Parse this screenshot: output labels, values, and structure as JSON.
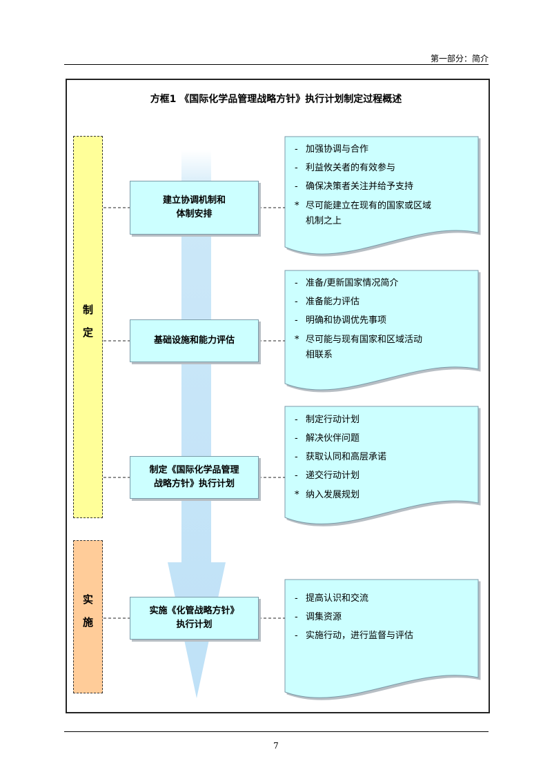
{
  "page": {
    "header": "第一部分：简介",
    "page_number": "7"
  },
  "box": {
    "title": "方框1  《国际化学品管理战略方针》执行计划制定过程概述"
  },
  "phases": [
    {
      "label": "制定",
      "color": "#ffff99"
    },
    {
      "label": "实施",
      "color": "#ffcc99"
    }
  ],
  "steps": [
    {
      "label": "建立协调机制和\n体制安排"
    },
    {
      "label": "基础设施和能力评估"
    },
    {
      "label": "制定《国际化学品管理\n战略方针》执行计划"
    },
    {
      "label": "实施《化管战略方针》\n执行计划"
    }
  ],
  "notes": [
    {
      "items": [
        {
          "marker": "-",
          "text": "加强协调与合作"
        },
        {
          "marker": "-",
          "text": "利益攸关者的有效参与"
        },
        {
          "marker": "-",
          "text": "确保决策者关注并给予支持"
        },
        {
          "marker": "*",
          "text": "尽可能建立在现有的国家或区域\n机制之上"
        }
      ]
    },
    {
      "items": [
        {
          "marker": "-",
          "text": "准备/更新国家情况简介"
        },
        {
          "marker": "-",
          "text": "准备能力评估"
        },
        {
          "marker": "-",
          "text": "明确和协调优先事项"
        },
        {
          "marker": "*",
          "text": "尽可能与现有国家和区域活动\n相联系"
        }
      ]
    },
    {
      "items": [
        {
          "marker": "-",
          "text": "制定行动计划"
        },
        {
          "marker": "-",
          "text": "解决伙伴问题"
        },
        {
          "marker": "-",
          "text": "获取认同和高层承诺"
        },
        {
          "marker": "-",
          "text": "递交行动计划"
        },
        {
          "marker": "*",
          "text": "纳入发展规划"
        }
      ]
    },
    {
      "items": [
        {
          "marker": "-",
          "text": "提高认识和交流"
        },
        {
          "marker": "-",
          "text": "调集资源"
        },
        {
          "marker": "-",
          "text": "实施行动，进行监督与评估"
        }
      ]
    }
  ],
  "colors": {
    "arrow": "#cce8f8",
    "step_fill": "#ccffff",
    "note_fill": "#ccffff"
  }
}
